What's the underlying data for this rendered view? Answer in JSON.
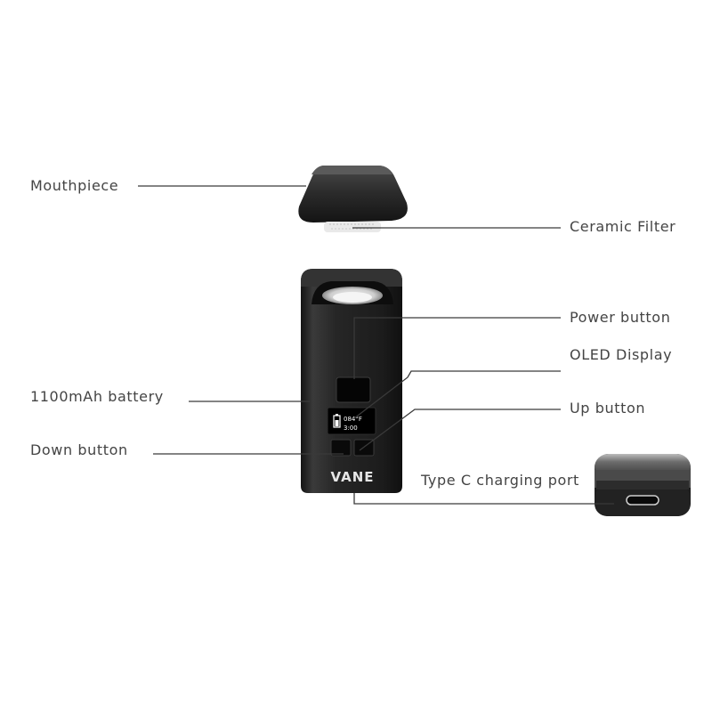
{
  "labels": {
    "mouthpiece": "Mouthpiece",
    "ceramic_filter": "Ceramic Filter",
    "power_button": "Power button",
    "oled_display": "OLED Display",
    "battery": "1100mAh battery",
    "up_button": "Up button",
    "down_button": "Down button",
    "charging_port": "Type C charging port"
  },
  "device": {
    "brand": "VANE",
    "display_temp": "084°F",
    "display_time": "3:00"
  },
  "colors": {
    "leader_line": "#3a3a3a",
    "label_text": "#444444",
    "device_body": "#1f1f1f",
    "screen": "#000000",
    "brand_text": "#e6e6e6"
  }
}
